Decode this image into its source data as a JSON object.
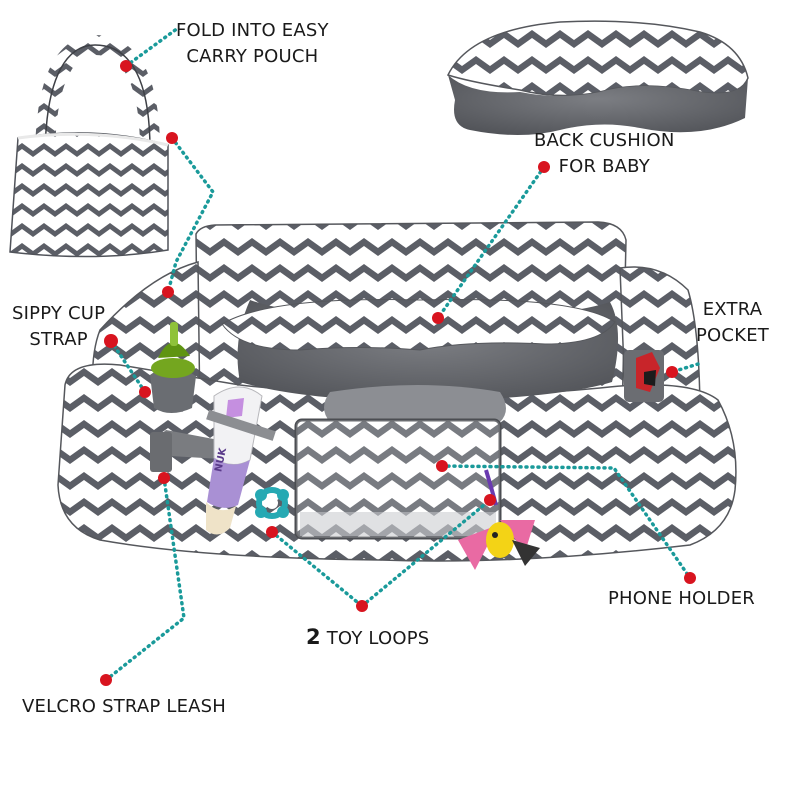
{
  "labels": {
    "fold": [
      "FOLD INTO EASY",
      "CARRY POUCH"
    ],
    "back_cushion": [
      "BACK CUSHION",
      "FOR BABY"
    ],
    "sippy": [
      "SIPPY CUP",
      "STRAP"
    ],
    "extra_pocket": [
      "EXTRA",
      "POCKET"
    ],
    "phone_holder": "PHONE HOLDER",
    "toy_loops_count": "2",
    "toy_loops_text": "TOY LOOPS",
    "velcro": "VELCRO STRAP LEASH"
  },
  "bottle_brand": "NUK",
  "colors": {
    "chevron_dark": "#5b5e66",
    "chevron_light": "#ffffff",
    "cushion_gray": "#6e7075",
    "marker_red": "#d8141f",
    "connector_teal": "#1a9a9a"
  }
}
